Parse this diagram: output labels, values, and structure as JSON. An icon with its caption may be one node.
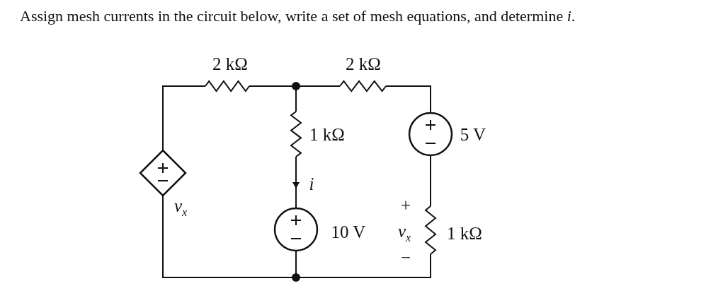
{
  "diagram": {
    "title": "Assign mesh currents in the circuit below, write a set of mesh equations, and determine *i*.",
    "labels": [
      "2 kΩ",
      "2 kΩ",
      "1 kΩ",
      "5 V",
      "i",
      "*v*$_{x}$",
      "+",
      "10 V",
      "*v*$_{x}$",
      "1 kΩ",
      "−"
    ]
  }
}
